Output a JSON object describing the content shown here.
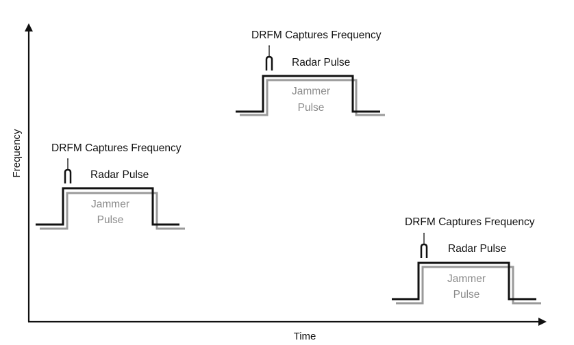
{
  "axes": {
    "x_label": "Time",
    "y_label": "Frequency"
  },
  "pulses": [
    {
      "capture_label": "DRFM Captures Frequency",
      "radar_label": "Radar Pulse",
      "jammer_line1": "Jammer",
      "jammer_line2": "Pulse"
    },
    {
      "capture_label": "DRFM Captures Frequency",
      "radar_label": "Radar Pulse",
      "jammer_line1": "Jammer",
      "jammer_line2": "Pulse"
    },
    {
      "capture_label": "DRFM Captures Frequency",
      "radar_label": "Radar Pulse",
      "jammer_line1": "Jammer",
      "jammer_line2": "Pulse"
    }
  ],
  "colors": {
    "radar": "#111111",
    "jammer": "#9a9a9a"
  }
}
